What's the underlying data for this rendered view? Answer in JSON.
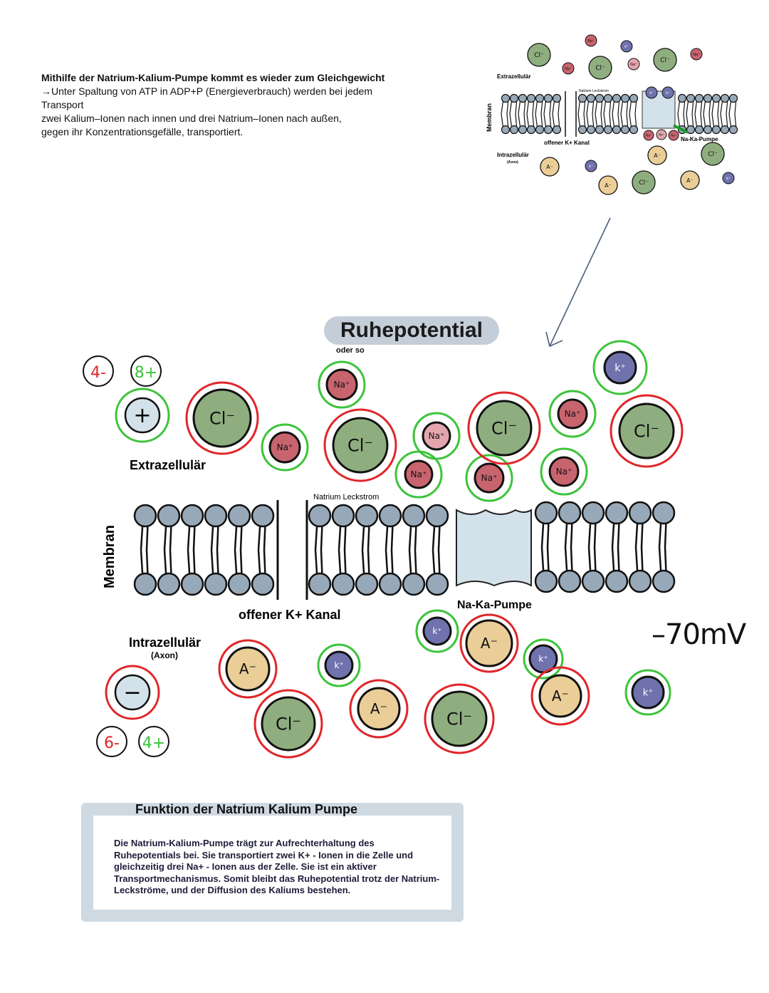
{
  "intro": {
    "heading": "Mithilfe der Natrium-Kalium-Pumpe kommt es wieder zum Gleichgewicht",
    "line1": "→Unter Spaltung von ATP in ADP+P (Energieverbrauch) werden bei jedem",
    "line2": "Transport",
    "line3": "zwei Kalium–Ionen nach innen und drei Natrium–Ionen nach außen,",
    "line4": "gegen ihr Konzentrationsgefälle, transportiert."
  },
  "thumbnail": {
    "extracellular": "Extrazellulär",
    "membrane": "Membran",
    "leak": "Natrium Leckstrom",
    "k_channel": "offener K+ Kanal",
    "pump": "Na-Ka-Pumpe",
    "intracellular": "Intrazellulär",
    "axon": "(Axon)"
  },
  "main": {
    "title": "Ruhepotential",
    "subtitle": "oder so",
    "extracellular": "Extrazellulär",
    "membrane": "Membran",
    "leak": "Natrium Leckstrom",
    "k_channel": "offener K+ Kanal",
    "pump": "Na-Ka-Pumpe",
    "intracellular": "Intrazellulär",
    "axon": "(Axon)",
    "voltage": "–70mV",
    "counts": {
      "outside_neg": "4-",
      "outside_pos": "8+",
      "inside_neg": "6-",
      "inside_pos": "4+"
    },
    "ions": {
      "cl": "Cl⁻",
      "na": "Na⁺",
      "k": "k⁺",
      "a": "A⁻"
    },
    "signs": {
      "plus": "+",
      "minus": "−"
    }
  },
  "function_box": {
    "title": "Funktion der Natrium Kalium Pumpe",
    "text": "Die Natrium-Kalium-Pumpe trägt zur Aufrechterhaltung des Ruhepotentials bei. Sie transportiert zwei K+ - Ionen in die Zelle und gleichzeitig drei Na+ - Ionen aus der Zelle. Sie ist ein aktiver Transportmechanismus. Somit bleibt das Ruhepotential trotz der Natrium-Leckströme, und der Diffusion des Kaliums bestehen."
  },
  "colors": {
    "cl": "#8fae7f",
    "na": "#c8646e",
    "na_light": "#e4a5ad",
    "k": "#6f72ad",
    "a": "#ebce97",
    "lipid": "#97a9b8",
    "pump": "#d3e1ea",
    "ring_red": "#e0262a",
    "ring_green": "#3cc43a"
  }
}
